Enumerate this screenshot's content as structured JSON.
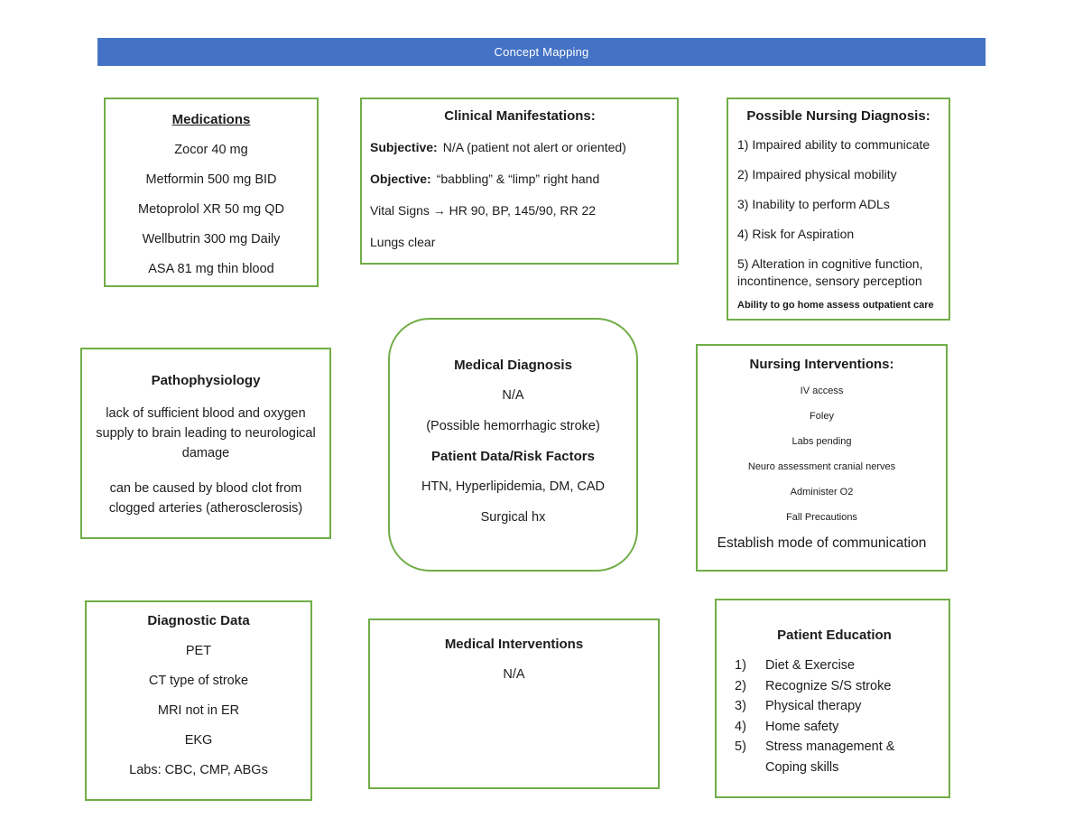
{
  "banner": {
    "title": "Concept Mapping",
    "bg_color": "#4472C4",
    "text_color": "#FFFFFF"
  },
  "colors": {
    "box_border_green": "#70AD47",
    "body_text": "#1C1C1C",
    "page_background": "#FFFFFF"
  },
  "boxes": {
    "medications": {
      "title": "Medications",
      "items": [
        "Zocor 40 mg",
        "Metformin 500 mg BID",
        "Metoprolol XR 50 mg QD",
        "Wellbutrin 300 mg Daily",
        "ASA 81 mg thin blood"
      ]
    },
    "clinical_manifestations": {
      "title": "Clinical Manifestations:",
      "subjective_label": "Subjective:",
      "subjective_text": "N/A (patient not alert or oriented)",
      "objective_label": "Objective:",
      "objective_text": "“babbling” & “limp” right hand",
      "vital_signs": "Vital Signs → HR 90, BP, 145/90, RR 22",
      "lungs": "Lungs clear"
    },
    "nursing_diagnosis": {
      "title": "Possible Nursing Diagnosis:",
      "items": [
        "1) Impaired ability to communicate",
        "2) Impaired physical mobility",
        "3) Inability to perform ADLs",
        "4) Risk for Aspiration",
        "5) Alteration in cognitive function, incontinence, sensory perception"
      ],
      "note": "Ability to go home assess outpatient care"
    },
    "pathophysiology": {
      "title": "Pathophysiology",
      "paragraph1": "lack of sufficient blood and oxygen supply to brain leading to neurological damage",
      "paragraph2": "can be caused by blood clot from clogged arteries (atherosclerosis)"
    },
    "medical_diagnosis": {
      "title": "Medical Diagnosis",
      "value": "N/A",
      "qualifier": "(Possible hemorrhagic stroke)",
      "subtitle": "Patient Data/Risk Factors",
      "risk_factors": "HTN, Hyperlipidemia, DM, CAD",
      "surgical": "Surgical hx"
    },
    "nursing_interventions": {
      "title": "Nursing Interventions:",
      "items": [
        "IV access",
        "Foley",
        "Labs pending",
        "Neuro assessment cranial nerves",
        "Administer O2",
        "Fall Precautions"
      ],
      "highlight": "Establish mode of communication"
    },
    "diagnostic_data": {
      "title": "Diagnostic Data",
      "items": [
        "PET",
        "CT type of stroke",
        "MRI not in ER",
        "EKG",
        "Labs: CBC, CMP, ABGs"
      ]
    },
    "medical_interventions": {
      "title": "Medical Interventions",
      "value": "N/A"
    },
    "patient_education": {
      "title": "Patient Education",
      "items": [
        {
          "num": "1)",
          "text": "Diet & Exercise"
        },
        {
          "num": "2)",
          "text": "Recognize S/S stroke"
        },
        {
          "num": "3)",
          "text": "Physical therapy"
        },
        {
          "num": "4)",
          "text": "Home safety"
        },
        {
          "num": "5)",
          "text": "Stress management & Coping skills"
        }
      ]
    }
  }
}
